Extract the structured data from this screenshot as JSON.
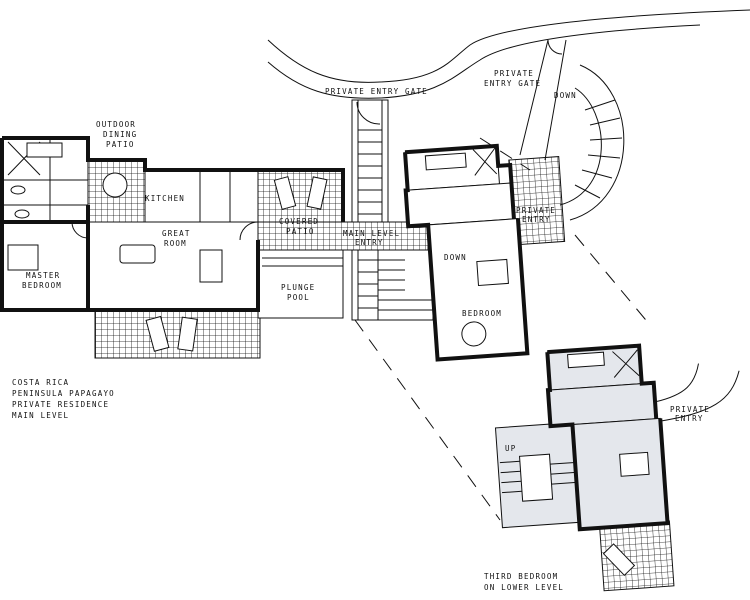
{
  "labels": {
    "outdoor_dining_patio": [
      "OUTDOOR",
      "DINING",
      "PATIO"
    ],
    "kitchen": "KITCHEN",
    "great_room": [
      "GREAT",
      "ROOM"
    ],
    "master_bedroom": [
      "MASTER",
      "BEDROOM"
    ],
    "covered_patio": [
      "COVERED",
      "PATIO"
    ],
    "plunge_pool": [
      "PLUNGE",
      "POOL"
    ],
    "main_level_entry": [
      "MAIN LEVEL",
      "ENTRY"
    ],
    "private_entry_gate_main": "PRIVATE ENTRY GATE",
    "private_entry_gate_upper": [
      "PRIVATE",
      "ENTRY GATE"
    ],
    "down_stair_upper": "DOWN",
    "private_entry_upper": [
      "PRIVATE",
      "ENTRY"
    ],
    "down_stair_bedroom": "DOWN",
    "bedroom": "BEDROOM",
    "up_stair": "UP",
    "private_entry_lower": [
      "PRIVATE",
      "ENTRY"
    ],
    "third_bedroom": [
      "THIRD BEDROOM",
      "ON LOWER LEVEL"
    ]
  },
  "caption": [
    "COSTA RICA",
    "PENINSULA PAPAGAYO",
    "PRIVATE RESIDENCE",
    "MAIN LEVEL"
  ],
  "colors": {
    "lower_level_fill": "#e4e7ec",
    "wall": "#111111"
  }
}
